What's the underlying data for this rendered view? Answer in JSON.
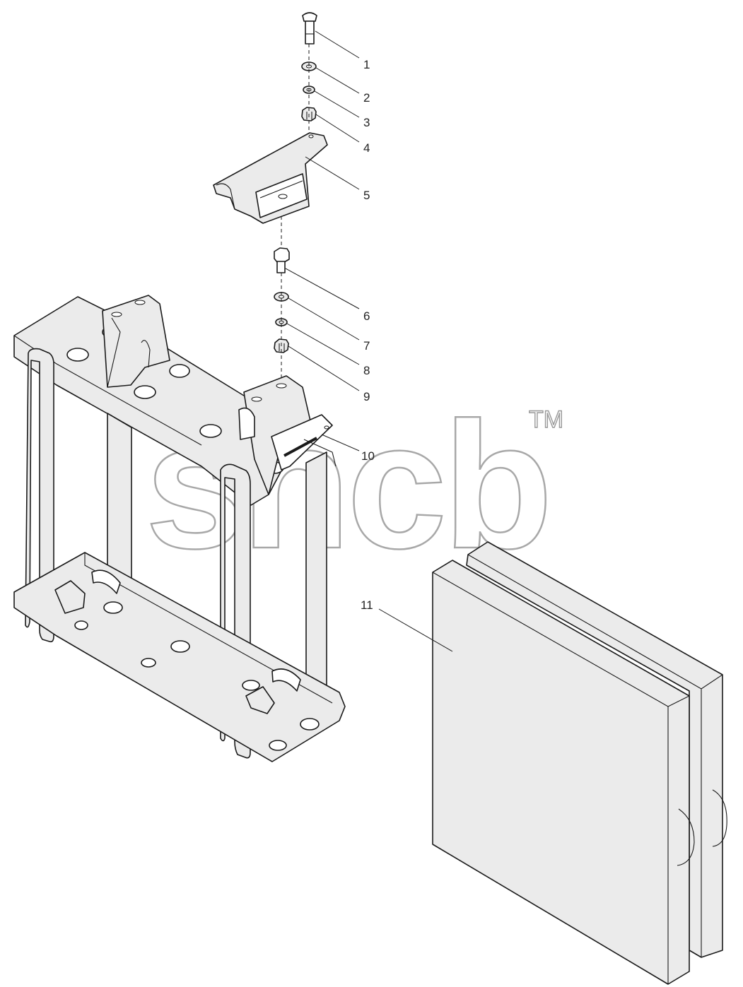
{
  "callouts": [
    {
      "label": "1"
    },
    {
      "label": "2"
    },
    {
      "label": "3"
    },
    {
      "label": "4"
    },
    {
      "label": "5"
    },
    {
      "label": "6"
    },
    {
      "label": "7"
    },
    {
      "label": "8"
    },
    {
      "label": "9"
    },
    {
      "label": "10"
    },
    {
      "label": "11"
    }
  ],
  "watermark": {
    "text": "sncb",
    "trademark": "TM"
  },
  "colors": {
    "line": "#1a1a1a",
    "fill": "#ebebeb",
    "watermark": "#a8a8a8"
  }
}
